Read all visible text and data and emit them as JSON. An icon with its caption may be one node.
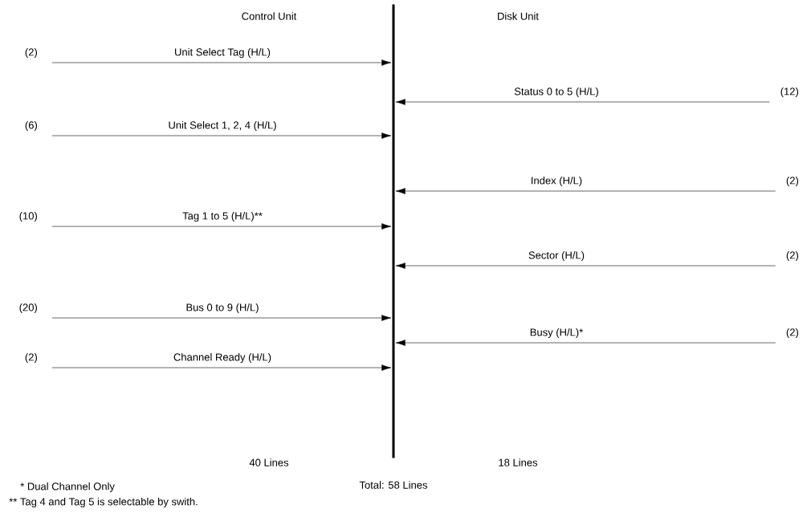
{
  "diagram": {
    "nodes": [
      {
        "text": [],
        "shape": "bar"
      },
      {
        "text": [
          "(2)"
        ]
      },
      {
        "text": [
          "(12)"
        ]
      },
      {
        "text": [
          "(6)"
        ]
      },
      {
        "text": [
          "(2)"
        ]
      },
      {
        "text": [
          "(10)"
        ]
      },
      {
        "text": [
          "(2)"
        ]
      },
      {
        "text": [
          "(20)"
        ]
      },
      {
        "text": [
          "(2)"
        ]
      },
      {
        "text": [
          "(2)"
        ]
      }
    ],
    "edges": [
      {
        "from": 1,
        "to": 0,
        "arrow": "to",
        "label": "Unit Select Tag (H/L)"
      },
      {
        "from": 2,
        "to": 0,
        "arrow": "to",
        "label": "Status 0 to 5 (H/L)"
      },
      {
        "from": 3,
        "to": 0,
        "arrow": "to",
        "label": "Unit Select 1, 2, 4 (H/L)"
      },
      {
        "from": 4,
        "to": 0,
        "arrow": "to",
        "label": "Index (H/L)"
      },
      {
        "from": 5,
        "to": 0,
        "arrow": "to",
        "label": "Tag 1 to 5 (H/L)**"
      },
      {
        "from": 6,
        "to": 0,
        "arrow": "to",
        "label": "Sector (H/L)"
      },
      {
        "from": 7,
        "to": 0,
        "arrow": "to",
        "label": "Bus 0 to 9 (H/L)"
      },
      {
        "from": 8,
        "to": 0,
        "arrow": "to",
        "label": "Busy (H/L)*"
      },
      {
        "from": 9,
        "to": 0,
        "arrow": "to",
        "label": "Channel Ready (H/L)"
      }
    ],
    "labels": [
      "Control Unit",
      "Disk Unit",
      "40 Lines",
      "18 Lines",
      "Total: 58 Lines",
      "* Dual Channel Only",
      "** Tag 4 and Tag 5 is selectable by swith."
    ]
  }
}
